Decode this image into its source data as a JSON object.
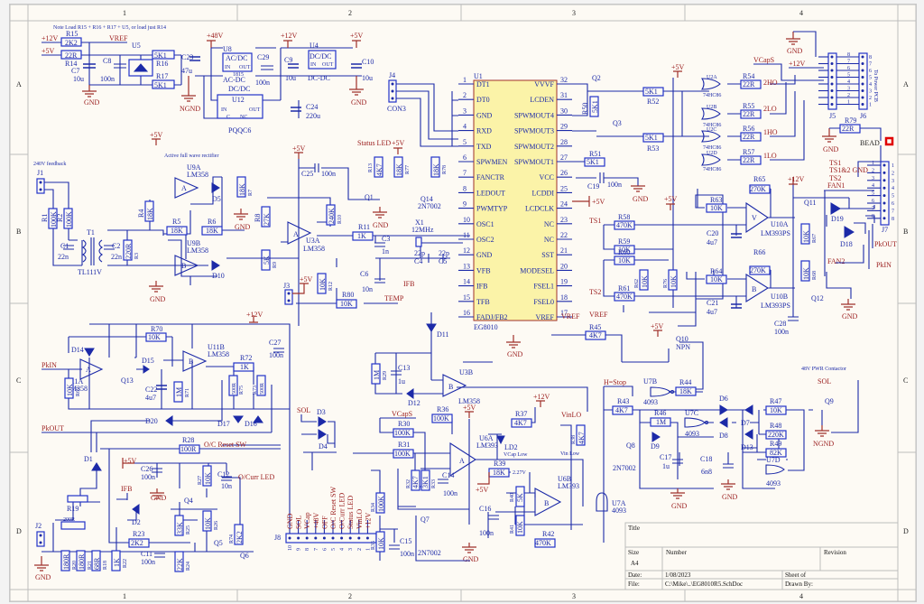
{
  "frame": {
    "columns": [
      "1",
      "2",
      "3",
      "4"
    ],
    "rows": [
      "A",
      "B",
      "C",
      "D"
    ]
  },
  "notes": {
    "load_note": "Note Load R15 + R16 + R17 + U5, or load just R14",
    "feedback": "240V feedback",
    "rectifier": "Active full wave rectifier",
    "contactor": "48V PWR Contactor",
    "to_power_pcb": "To Power PCB"
  },
  "net_labels": {
    "p12v": "+12V",
    "p5v": "+5V",
    "p48v": "+48V",
    "vref": "VREF",
    "gnd": "GND",
    "ngnd": "NGND",
    "vcaps": "VCapS",
    "ho2": "2HO",
    "lo2": "2LO",
    "ho1": "1HO",
    "lo1": "1LO",
    "ts1": "TS1",
    "ts12gnd": "TS1&2 GND",
    "ts2": "TS2",
    "fan1": "FAN1",
    "fan2": "FAN2",
    "pkout": "PkOUT",
    "pkin": "PkIN",
    "status_led": "Status LED",
    "ifb": "IFB",
    "temp": "TEMP",
    "sol": "SOL",
    "oc_reset": "O/C Reset SW",
    "oc_led": "O/Curr LED",
    "vinlo": "VinLO",
    "hstop": "H=Stop",
    "bead": "BEAD",
    "vcap_low": "VCap Low",
    "vin_low": "Vin Low",
    "v227": "2.27V"
  },
  "ic_u1": {
    "ref": "U1",
    "part": "EG8010",
    "left_pins": [
      {
        "n": "1",
        "name": "DT1"
      },
      {
        "n": "2",
        "name": "DT0"
      },
      {
        "n": "3",
        "name": "GND"
      },
      {
        "n": "4",
        "name": "RXD"
      },
      {
        "n": "5",
        "name": "TXD"
      },
      {
        "n": "6",
        "name": "SPWMEN"
      },
      {
        "n": "7",
        "name": "FANCTR"
      },
      {
        "n": "8",
        "name": "LEDOUT"
      },
      {
        "n": "9",
        "name": "PWMTYP"
      },
      {
        "n": "10",
        "name": "OSC1"
      },
      {
        "n": "11",
        "name": "OSC2"
      },
      {
        "n": "12",
        "name": "GND"
      },
      {
        "n": "13",
        "name": "VFB"
      },
      {
        "n": "14",
        "name": "IFB"
      },
      {
        "n": "15",
        "name": "TFB"
      },
      {
        "n": "16",
        "name": "FADJ/FB2"
      }
    ],
    "right_pins": [
      {
        "n": "32",
        "name": "VVVF"
      },
      {
        "n": "31",
        "name": "LCDEN"
      },
      {
        "n": "30",
        "name": "SPWMOUT4"
      },
      {
        "n": "29",
        "name": "SPWMOUT3"
      },
      {
        "n": "28",
        "name": "SPWMOUT2"
      },
      {
        "n": "27",
        "name": "SPWMOUT1"
      },
      {
        "n": "26",
        "name": "VCC"
      },
      {
        "n": "25",
        "name": "LCDDI"
      },
      {
        "n": "24",
        "name": "LCDCLK"
      },
      {
        "n": "23",
        "name": "NC"
      },
      {
        "n": "22",
        "name": "NC"
      },
      {
        "n": "21",
        "name": "SST"
      },
      {
        "n": "20",
        "name": "MODESEL"
      },
      {
        "n": "19",
        "name": "FSEL1"
      },
      {
        "n": "18",
        "name": "FSEL0"
      },
      {
        "n": "17",
        "name": "VREF"
      }
    ]
  },
  "components": {
    "R15": "2K2",
    "R14": "22R",
    "R16": "5K1",
    "R17": "5K1",
    "C7": "10u",
    "C8": "100n",
    "U5": "U5",
    "C23": "47u",
    "U8": "AC/DC",
    "U8_in": "IN",
    "U8_out": "OUT",
    "U8_part": "1815",
    "U8_label": "AC-DC",
    "C29": "100n",
    "C9": "10u",
    "U4": "DC/DC",
    "U4_in": "IN",
    "U4_out": "OUT",
    "U4_label": "DC-DC",
    "C10": "10u",
    "U12": "DC/DC",
    "U12_in": "IN",
    "U12_out": "OUT",
    "U12_c": "C",
    "U12_nc": "NC",
    "U12_part": "PQQC6",
    "C24": "220u",
    "J4": "CON3",
    "R50": "5K1",
    "R51": "5K1",
    "R52": "5K1",
    "R53": "5K1",
    "Q2": "Q2",
    "Q3": "Q3",
    "C19": "100n",
    "U2A": "74HC86",
    "U2B": "74HC86",
    "U2C": "74HC86",
    "U2D": "74HC86",
    "R54": "22R",
    "R55": "22R",
    "R56": "22R",
    "R57": "22R",
    "R79": "22R",
    "J1": "J1",
    "R1": "100K",
    "R2": "100K",
    "C1": "22n",
    "C2": "22n",
    "T1": "TL111V",
    "R3": "220R",
    "U9A": "LM358",
    "U9B": "LM358",
    "R4": "18K",
    "R5": "18K",
    "R6": "18K",
    "R7": "18K",
    "R8": "27K",
    "R9": "5K",
    "R10": "240K",
    "U3A": "LM358",
    "C25": "100n",
    "R11": "1K",
    "C3": "1n",
    "C6": "10n",
    "R12": "10K",
    "R80": "10K",
    "J3": "J3",
    "R13": "4K7",
    "R77": "18K",
    "R78": "18K",
    "Q1": "Q1",
    "Q14": "2N7002",
    "X1": "12MHz",
    "C4": "22p",
    "C5": "22p",
    "R58": "470K",
    "R59": "10K",
    "R60": "10K",
    "R61": "470K",
    "R62": "10K",
    "R76": "10K",
    "R63": "10K",
    "R64": "10K",
    "R65": "270K",
    "R66": "270K",
    "C20": "4u7",
    "C21": "4u7",
    "U10A": "LM393PS",
    "U10B": "LM393PS",
    "C28": "100n",
    "Q11": "Q11",
    "Q12": "Q12",
    "D18": "D18",
    "D19": "D19",
    "R67": "10K",
    "R68": "10K",
    "J7": "J7",
    "J5": "J5",
    "J6": "J6",
    "U11A": "LM358",
    "U11B": "LM358",
    "R69": "10K",
    "R70": "10K",
    "R71": "1M",
    "R72": "1K",
    "R73": "500R",
    "R75": "500R",
    "C22": "4u7",
    "C27": "100n",
    "Q13": "Q13",
    "R29": "1M",
    "C13": "1u",
    "U3B": "LM358",
    "R45": "4K7",
    "Q10": "NPN",
    "R28": "100R",
    "C26": "100n",
    "C12": "10n",
    "R27": "10K",
    "R26": "10K",
    "R25": "33K",
    "R24": "22K",
    "R23": "2K2",
    "R22": "1K",
    "C11": "100n",
    "R74": "2K2",
    "Q4": "Q4",
    "Q5": "Q5",
    "Q6": "Q6",
    "R19": "200R",
    "R20": "180R",
    "R21": "180R",
    "R18": "68R",
    "J2": "J2",
    "J8": "J8",
    "R34": "100K",
    "R35": "10K",
    "C15": "100n",
    "Q7": "2N7002",
    "R30": "100K",
    "R31": "100K",
    "R32": "4K7",
    "R33": "3K1",
    "C14": "100n",
    "R36": "100K",
    "U6A": "LM393",
    "R37": "4K7",
    "R39": "18K",
    "R40": "5K",
    "R41": "10K",
    "C16": "100n",
    "R42": "470K",
    "U6B": "LM393",
    "R38": "4K7",
    "U7A": "4093",
    "R43": "4K7",
    "R44": "18K",
    "U7B": "4093",
    "U7C": "4093",
    "U7D": "4093",
    "R46": "1M",
    "C17": "1u",
    "Q8": "2N7002",
    "R47": "10K",
    "R48": "220K",
    "R49": "82K",
    "C18": "6n8",
    "Q9": "Q9"
  },
  "j8_pins": [
    {
      "n": "10",
      "name": "GND"
    },
    {
      "n": "9",
      "name": "SOL"
    },
    {
      "n": "8",
      "name": "VCap"
    },
    {
      "n": "7",
      "name": "+48V"
    },
    {
      "n": "6",
      "name": "OFF"
    },
    {
      "n": "5",
      "name": "O/C Reset SW"
    },
    {
      "n": "4",
      "name": "O/Curr LED"
    },
    {
      "n": "3",
      "name": "Status LED"
    },
    {
      "n": "2",
      "name": "VinLO"
    },
    {
      "n": "1",
      "name": "+12V"
    }
  ],
  "title_block": {
    "title_label": "Title",
    "title_value": "",
    "size_label": "Size",
    "size_value": "A4",
    "number_label": "Number",
    "revision_label": "Revision",
    "date_label": "Date:",
    "date_value": "1/08/2023",
    "sheet_label": "Sheet    of",
    "file_label": "File:",
    "file_value": "C:\\Mike\\..\\EG8010R5.SchDoc",
    "drawn_label": "Drawn By:"
  }
}
